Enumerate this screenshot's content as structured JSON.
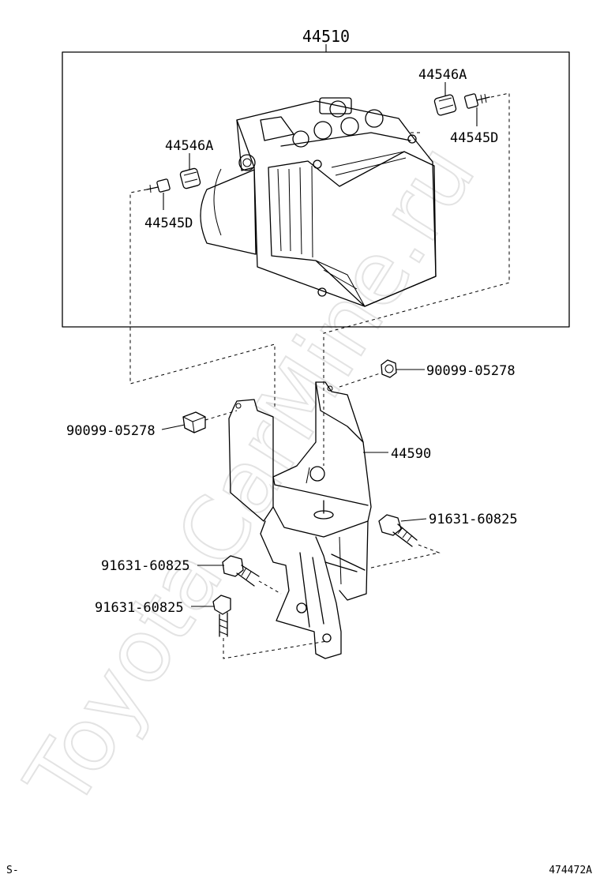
{
  "assembly_label": "44510",
  "labels": {
    "retainer_right": "44546A",
    "retainer_left": "44546A",
    "bolt_right": "44545D",
    "bolt_left": "44545D",
    "nut_right": "90099-05278",
    "nut_left": "90099-05278",
    "bracket": "44590",
    "bolt_a": "91631-60825",
    "bolt_b": "91631-60825",
    "bolt_c": "91631-60825"
  },
  "corner_left": "S-",
  "corner_right": "474472A",
  "watermark": "ToyotaCarMine.ru"
}
